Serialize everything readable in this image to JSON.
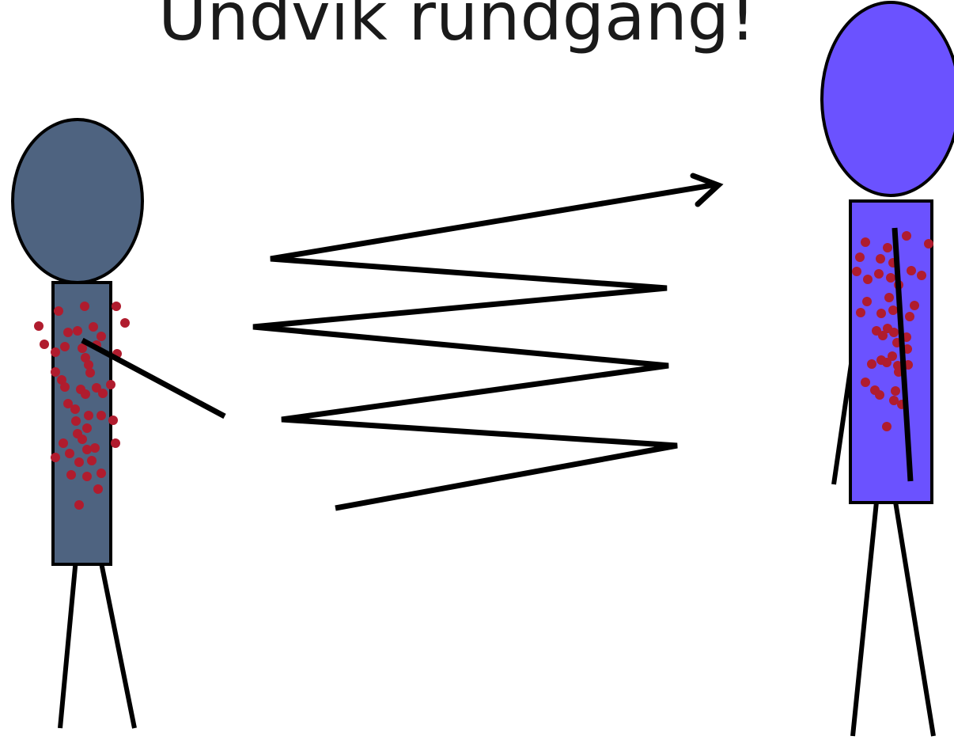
{
  "slide": {
    "title": "Undvik rundgång!"
  },
  "colors": {
    "sender": "#4e6380",
    "receiver": "#6b52ff",
    "dots": "#b01c2e",
    "line": "#000000"
  },
  "icons": {
    "sender": "stick-figure",
    "receiver": "stick-figure",
    "path": "zigzag-arrow"
  }
}
